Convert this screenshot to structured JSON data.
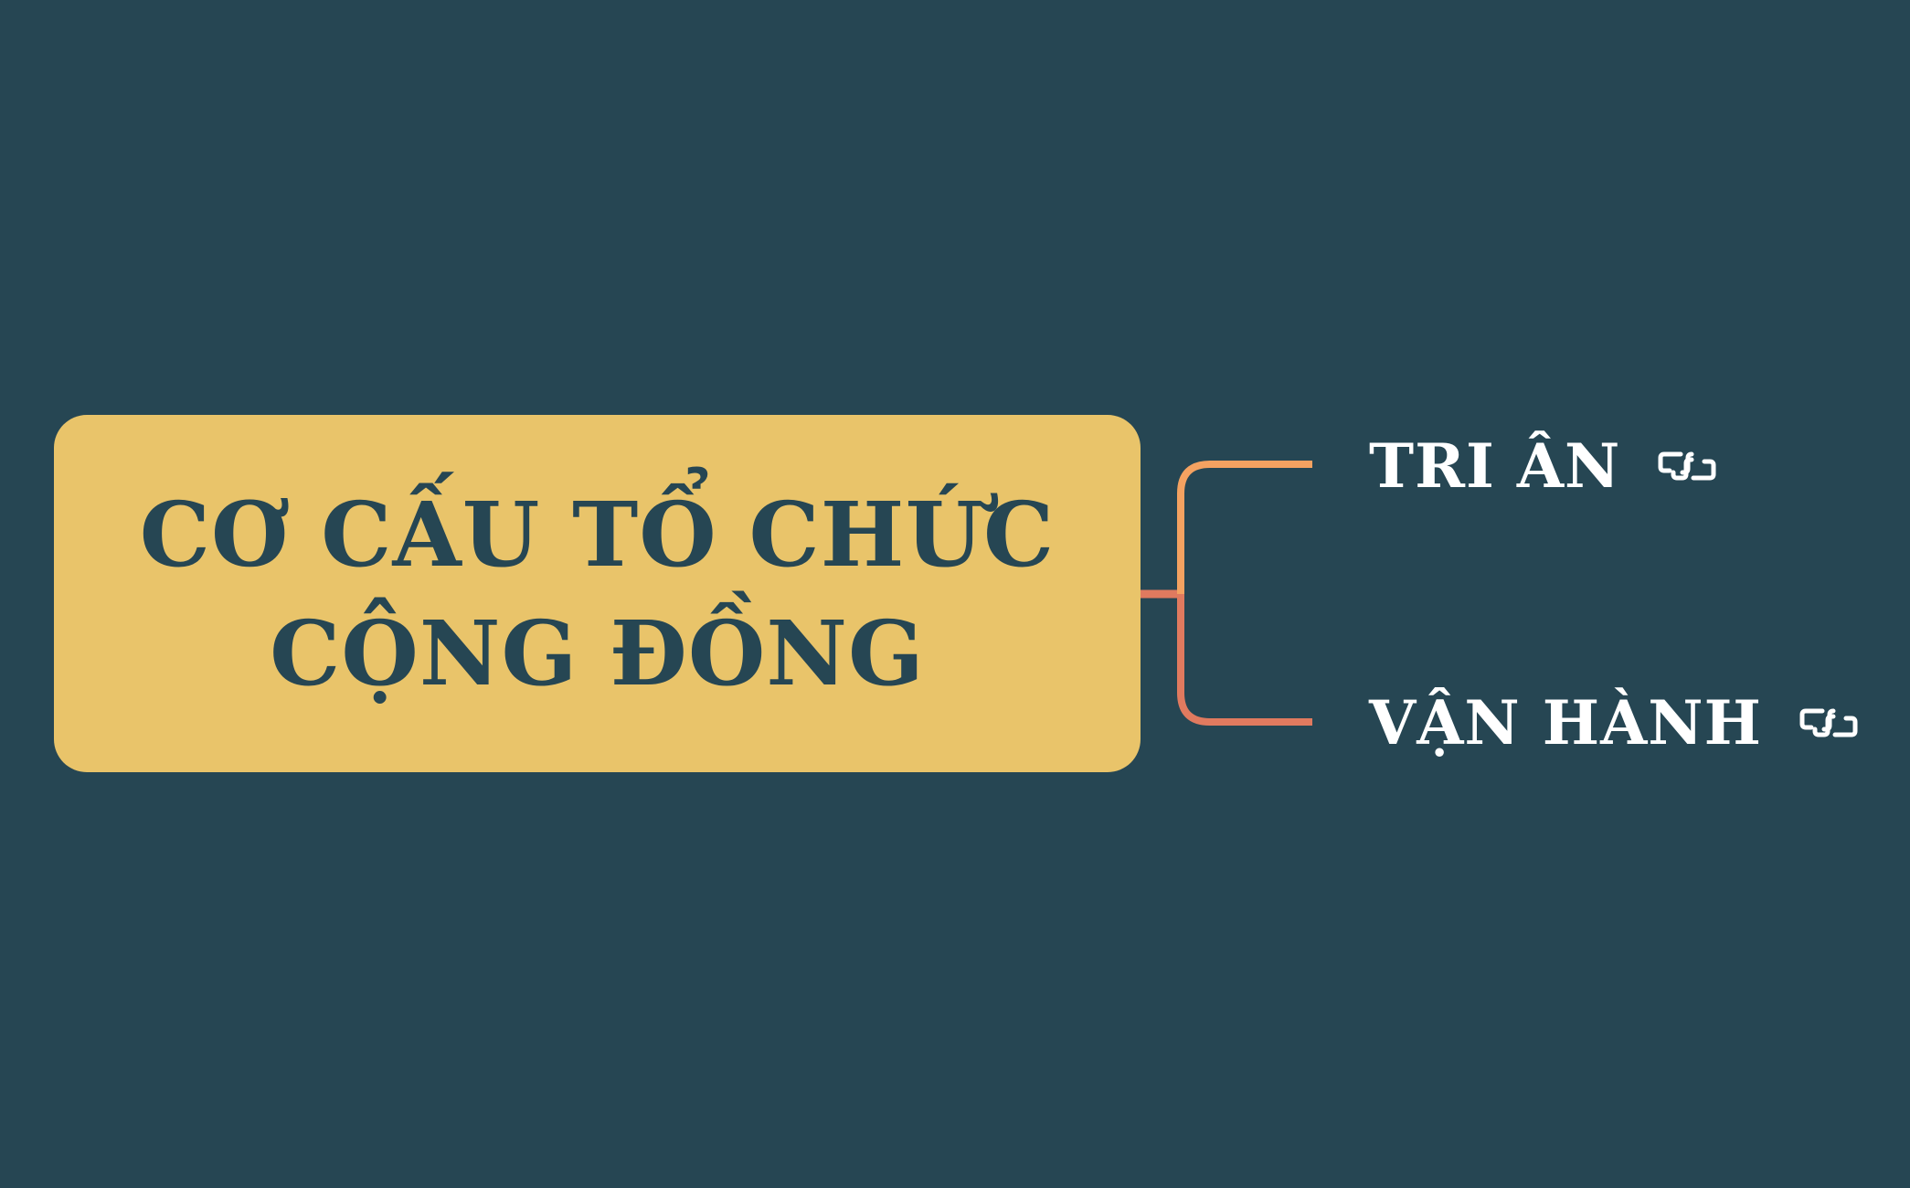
{
  "root": {
    "title": "CƠ CẤU TỔ CHỨC CỘNG ĐỒNG"
  },
  "branches": [
    {
      "label": "TRI ÂN",
      "icon": "link-icon",
      "connector_color": "#f4a261"
    },
    {
      "label": "VẬN HÀNH",
      "icon": "link-icon",
      "connector_color": "#e07a5f"
    }
  ],
  "colors": {
    "background": "#264653",
    "root_fill": "#e9c46a",
    "root_text": "#264653",
    "branch_text": "#ffffff",
    "connector_top": "#f4a261",
    "connector_bottom": "#e07a5f"
  }
}
